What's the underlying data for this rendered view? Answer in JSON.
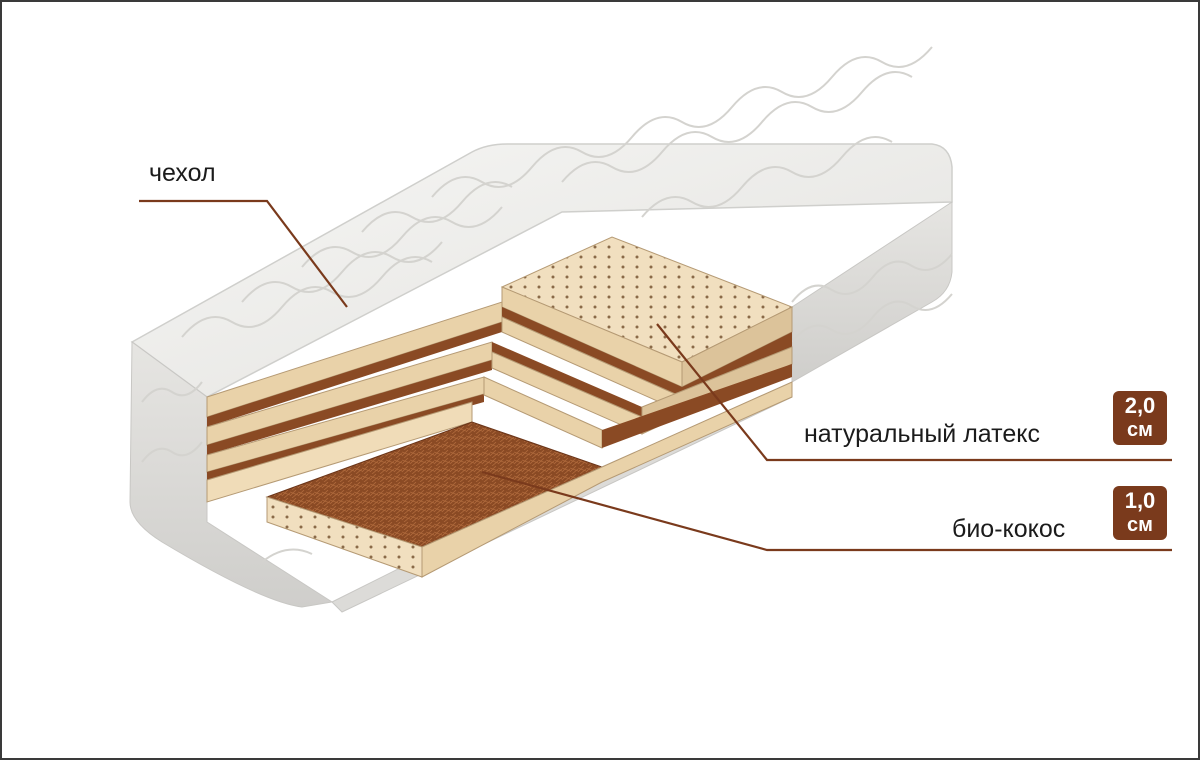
{
  "labels": {
    "cover": "чехол",
    "latex": "натуральный латекс",
    "coconut": "био-кокос"
  },
  "badges": {
    "latex": {
      "value": "2,0",
      "unit": "см"
    },
    "coconut": {
      "value": "1,0",
      "unit": "см"
    }
  },
  "colors": {
    "leader_line": "#7a3a1c",
    "badge_bg": "#7a3a1c",
    "latex": "#f1dfbf",
    "coconut": "#8a4a24",
    "cover": "#ecebe8"
  }
}
